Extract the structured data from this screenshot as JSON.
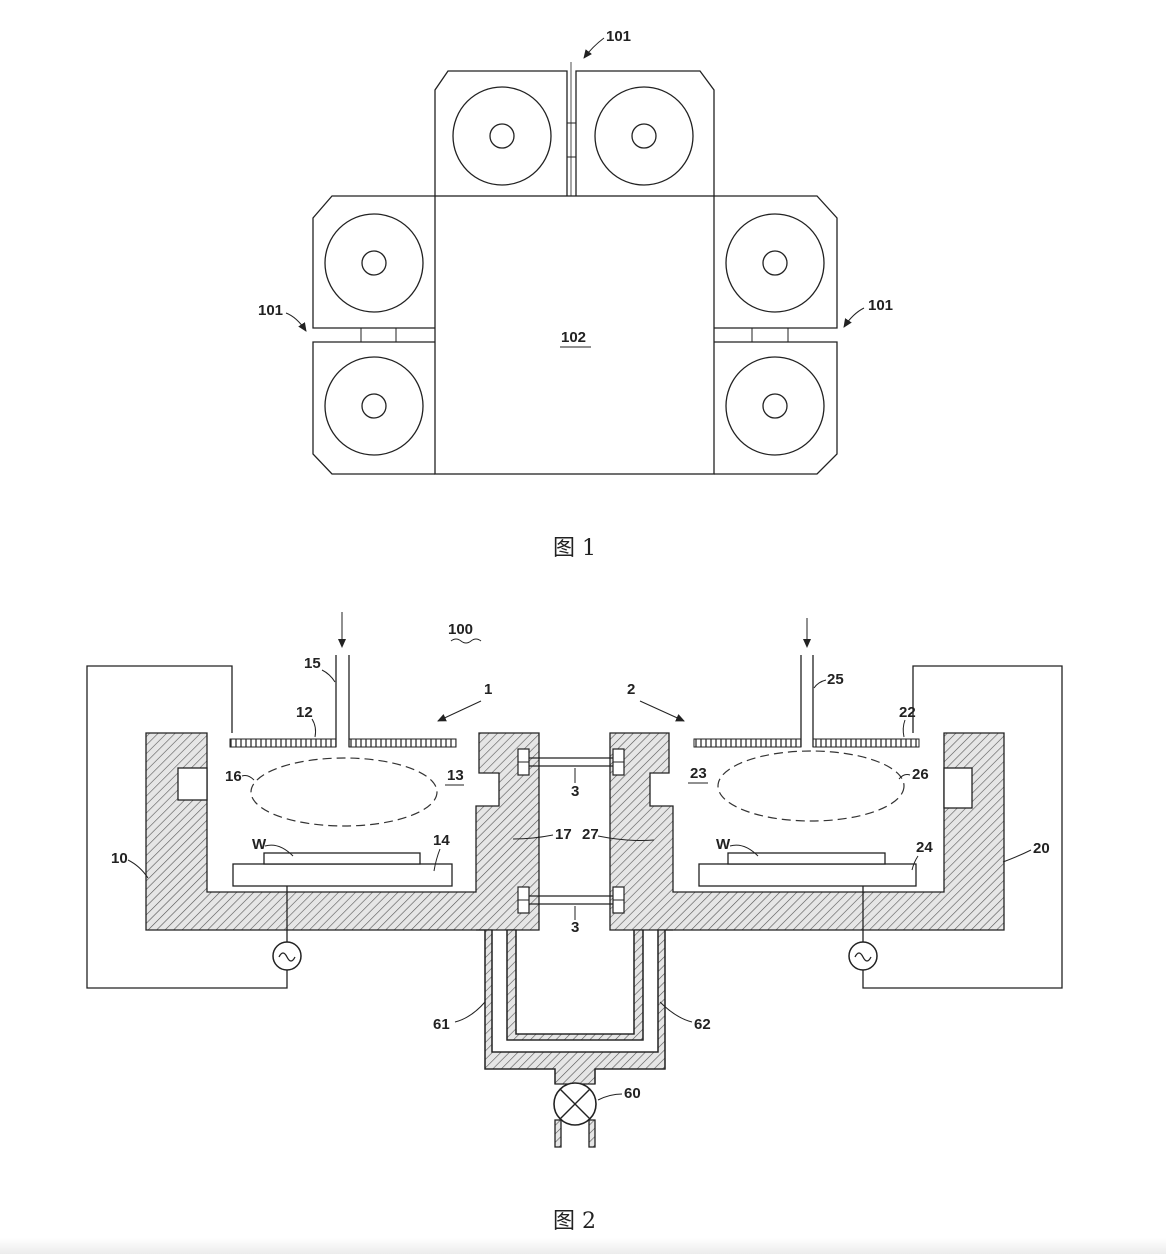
{
  "figure1": {
    "caption": "图 1",
    "labels": {
      "chamber_pair_top": "101",
      "chamber_pair_left": "101",
      "chamber_pair_right": "101",
      "transfer_chamber": "102"
    }
  },
  "figure2": {
    "caption": "图 2",
    "labels": {
      "system": "100",
      "chamber_1": "1",
      "chamber_2": "2",
      "gas_inlet_1": "15",
      "gas_inlet_2": "25",
      "showerhead_1": "12",
      "showerhead_2": "22",
      "plasma_1": "16",
      "plasma_2": "26",
      "process_space_1": "13",
      "process_space_2": "23",
      "wafer_1": "W",
      "wafer_2": "W",
      "pedestal_1": "14",
      "pedestal_2": "24",
      "wall_1": "10",
      "wall_2": "20",
      "channel_1": "17",
      "channel_2": "27",
      "connector_upper": "3",
      "connector_lower": "3",
      "exhaust_1": "61",
      "exhaust_2": "62",
      "pump_valve": "60"
    }
  }
}
